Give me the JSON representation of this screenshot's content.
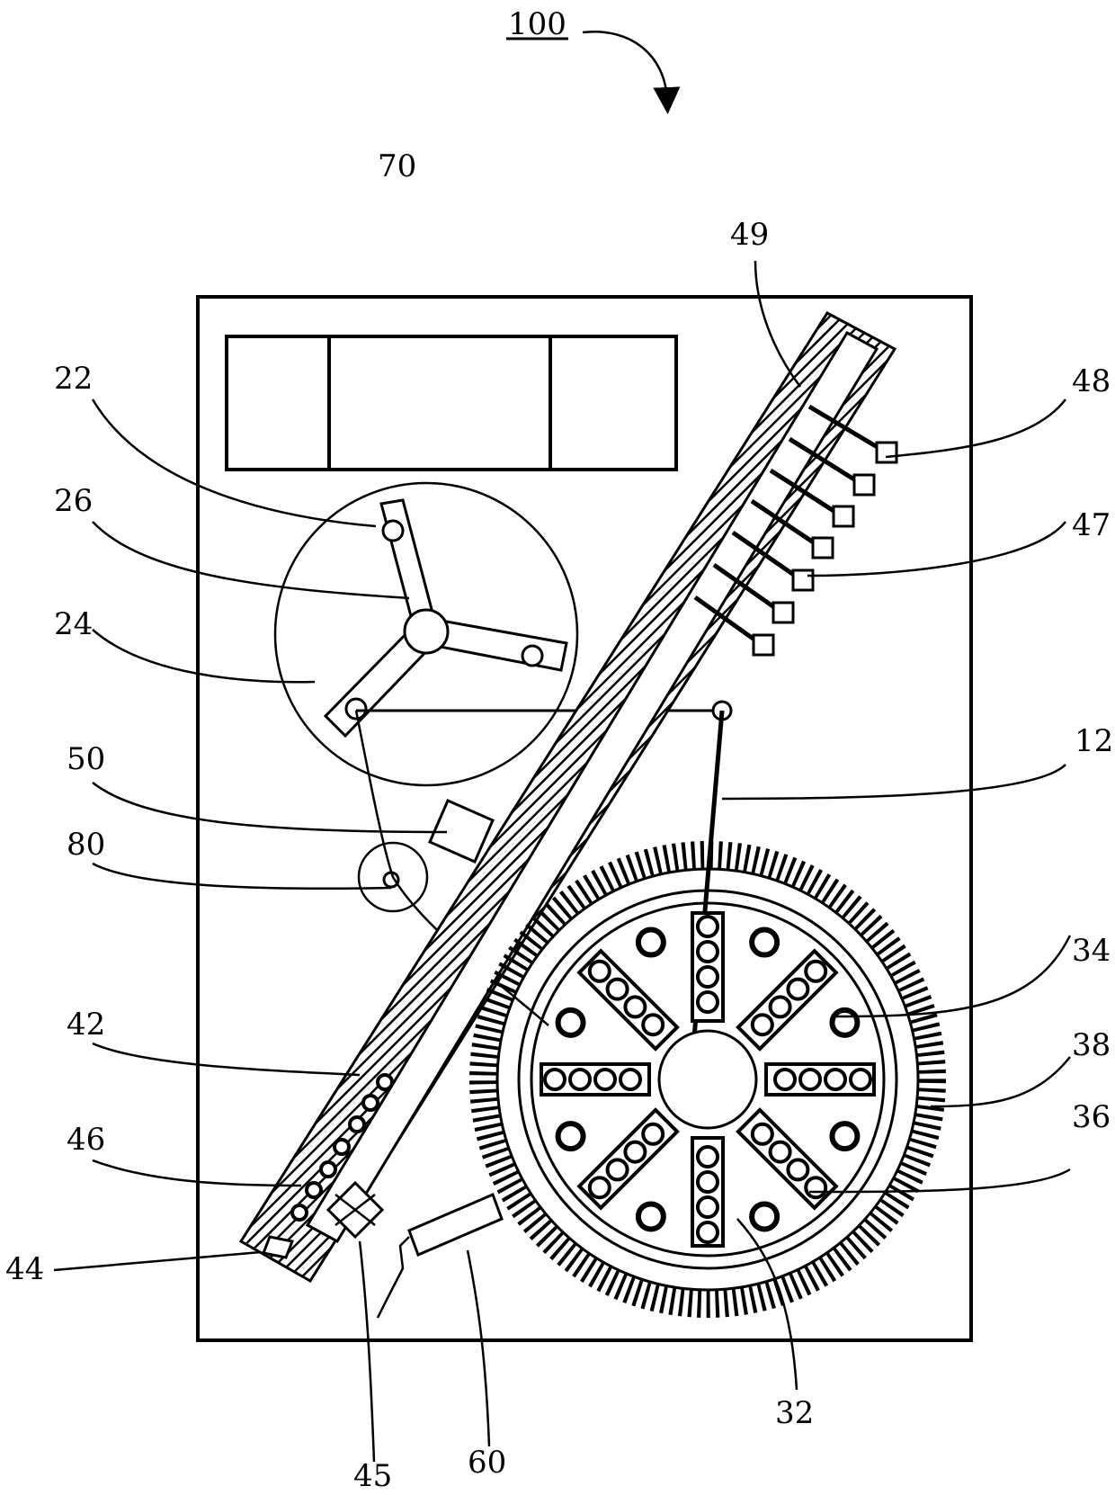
{
  "figure": {
    "title_ref": "100",
    "labels": {
      "l70": "70",
      "l49": "49",
      "l48": "48",
      "l47": "47",
      "l22": "22",
      "l26": "26",
      "l24": "24",
      "l50": "50",
      "l12": "12",
      "l80": "80",
      "l34": "34",
      "l42": "42",
      "l38": "38",
      "l36": "36",
      "l46": "46",
      "l44": "44",
      "l45": "45",
      "l60": "60",
      "l32": "32"
    }
  }
}
